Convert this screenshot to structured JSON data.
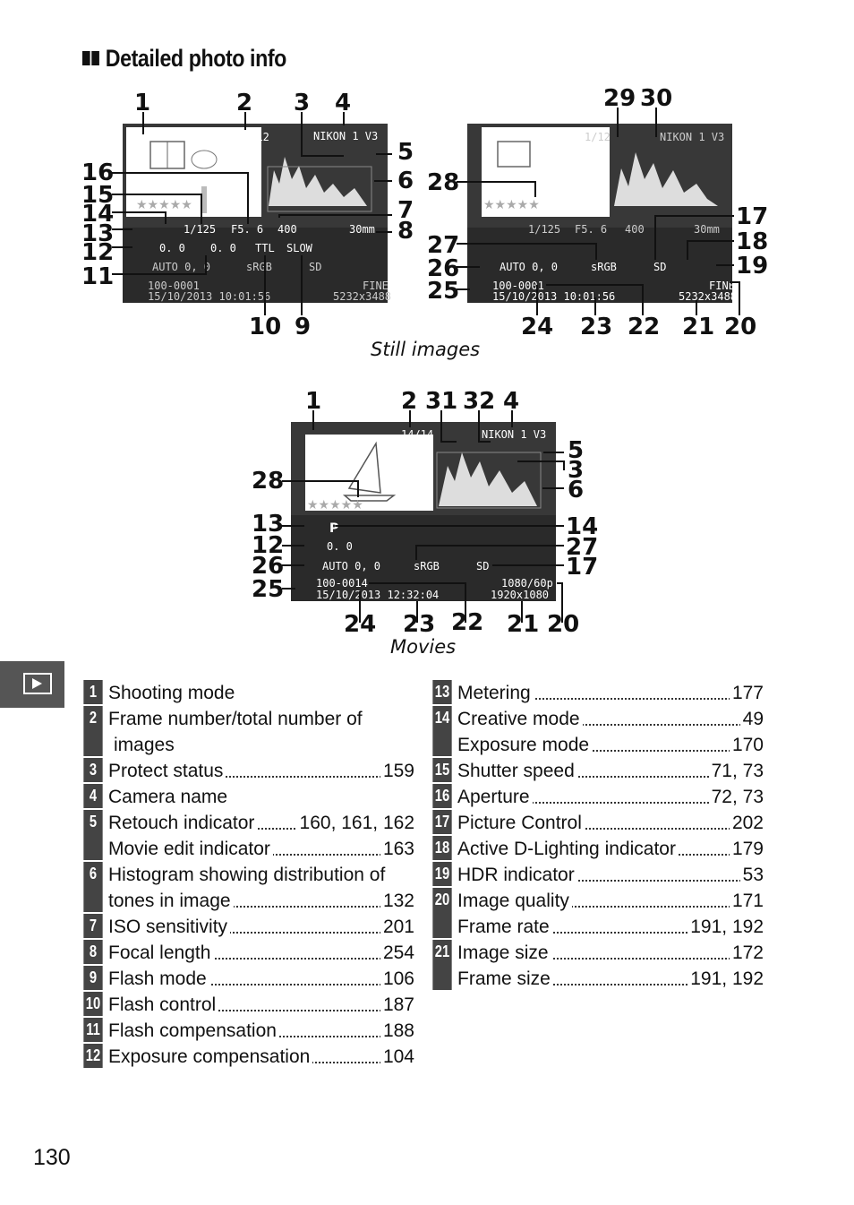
{
  "heading": "Detailed photo info",
  "captions": {
    "still": "Still images",
    "movies": "Movies"
  },
  "page_number": "130",
  "screen": {
    "camera": "NIKON 1 V3",
    "still": {
      "frame": "1/12",
      "shutter": "1/125",
      "aperture": "F5. 6",
      "iso": "400",
      "focal": "30mm",
      "exp_comp": "0. 0",
      "flash_comp": "0. 0",
      "flash_ctrl": "TTL",
      "flash_mode": "SLOW",
      "wb": "AUTO 0, 0",
      "color": "sRGB",
      "picture": "SD",
      "folder": "100-0001",
      "datetime": "15/10/2013 10:01:56",
      "quality": "FINE",
      "size": "5232x3488"
    },
    "movie": {
      "frame": "14/14",
      "mode": "P",
      "exp_comp": "0. 0",
      "wb": "AUTO 0, 0",
      "color": "sRGB",
      "picture": "SD",
      "folder": "100-0014",
      "datetime": "15/10/2013 12:32:04",
      "rate": "1080/60p",
      "size": "1920x1080"
    }
  },
  "callouts": {
    "still_left": [
      "1",
      "2",
      "3",
      "4",
      "5",
      "6",
      "7",
      "8",
      "16",
      "15",
      "14",
      "13",
      "12",
      "11",
      "10",
      "9"
    ],
    "still_right": [
      "29",
      "30",
      "28",
      "27",
      "26",
      "25",
      "17",
      "18",
      "19",
      "24",
      "23",
      "22",
      "21",
      "20"
    ],
    "movie": [
      "1",
      "2",
      "31",
      "32",
      "4",
      "5",
      "3",
      "6",
      "28",
      "13",
      "12",
      "26",
      "25",
      "14",
      "27",
      "17",
      "24",
      "23",
      "22",
      "21",
      "20"
    ]
  },
  "legend_left": [
    {
      "num": "1",
      "lines": [
        {
          "text": "Shooting mode",
          "page": ""
        }
      ]
    },
    {
      "num": "2",
      "lines": [
        {
          "text": "Frame number/total number of",
          "page": ""
        },
        {
          "text": "images",
          "page": ""
        }
      ]
    },
    {
      "num": "3",
      "lines": [
        {
          "text": "Protect status",
          "page": "159"
        }
      ]
    },
    {
      "num": "4",
      "lines": [
        {
          "text": "Camera name",
          "page": ""
        }
      ]
    },
    {
      "num": "5",
      "lines": [
        {
          "text": "Retouch indicator",
          "page": "160, 161, 162"
        },
        {
          "text": "Movie edit indicator",
          "page": "163"
        }
      ]
    },
    {
      "num": "6",
      "lines": [
        {
          "text": "Histogram showing distribution of",
          "page": ""
        },
        {
          "text": "tones in image",
          "page": "132"
        }
      ]
    },
    {
      "num": "7",
      "lines": [
        {
          "text": "ISO sensitivity",
          "page": "201"
        }
      ]
    },
    {
      "num": "8",
      "lines": [
        {
          "text": "Focal length",
          "page": "254"
        }
      ]
    },
    {
      "num": "9",
      "lines": [
        {
          "text": "Flash mode",
          "page": "106"
        }
      ]
    },
    {
      "num": "10",
      "lines": [
        {
          "text": "Flash control",
          "page": "187"
        }
      ]
    },
    {
      "num": "11",
      "lines": [
        {
          "text": "Flash compensation",
          "page": "188"
        }
      ]
    },
    {
      "num": "12",
      "lines": [
        {
          "text": "Exposure compensation",
          "page": "104"
        }
      ]
    }
  ],
  "legend_right": [
    {
      "num": "13",
      "lines": [
        {
          "text": "Metering",
          "page": "177"
        }
      ]
    },
    {
      "num": "14",
      "lines": [
        {
          "text": "Creative mode",
          "page": "49"
        },
        {
          "text": "Exposure mode",
          "page": "170"
        }
      ]
    },
    {
      "num": "15",
      "lines": [
        {
          "text": "Shutter speed",
          "page": "71, 73"
        }
      ]
    },
    {
      "num": "16",
      "lines": [
        {
          "text": "Aperture",
          "page": "72, 73"
        }
      ]
    },
    {
      "num": "17",
      "lines": [
        {
          "text": "Picture Control",
          "page": "202"
        }
      ]
    },
    {
      "num": "18",
      "lines": [
        {
          "text": "Active D-Lighting indicator",
          "page": "179"
        }
      ]
    },
    {
      "num": "19",
      "lines": [
        {
          "text": "HDR indicator",
          "page": "53"
        }
      ]
    },
    {
      "num": "20",
      "lines": [
        {
          "text": "Image quality",
          "page": "171"
        },
        {
          "text": "Frame rate",
          "page": "191, 192"
        }
      ]
    },
    {
      "num": "21",
      "lines": [
        {
          "text": "Image size",
          "page": "172"
        },
        {
          "text": "Frame size",
          "page": "191, 192"
        }
      ]
    }
  ]
}
